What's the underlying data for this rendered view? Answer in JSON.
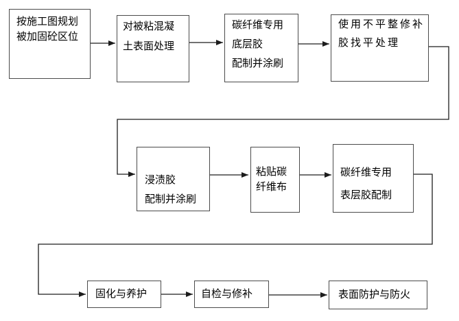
{
  "flowchart": {
    "background_color": "#ffffff",
    "line_color": "#1c1c1c",
    "box_border_color": "#4a4a4a",
    "text_color": "#000000",
    "nodes": [
      {
        "id": "n1",
        "label": "按施工图规划\n被加固砼区位"
      },
      {
        "id": "n2",
        "label": "对被粘混凝\n土表面处理"
      },
      {
        "id": "n3",
        "label": "碳纤维专用\n底层胶\n配制并涂刷"
      },
      {
        "id": "n4",
        "label": "使用不平整修补\n胶找平处理"
      },
      {
        "id": "n5",
        "label": "浸渍胶\n配制并涂刷"
      },
      {
        "id": "n6",
        "label": "粘贴碳\n纤维布"
      },
      {
        "id": "n7",
        "label": "碳纤维专用\n表层胶配制"
      },
      {
        "id": "n8",
        "label": "固化与养护"
      },
      {
        "id": "n9",
        "label": "自检与修补"
      },
      {
        "id": "n10",
        "label": "表面防护与防火"
      }
    ],
    "edges": [
      {
        "from": "n1",
        "to": "n2"
      },
      {
        "from": "n2",
        "to": "n3"
      },
      {
        "from": "n3",
        "to": "n4"
      },
      {
        "from": "n4",
        "to": "n5"
      },
      {
        "from": "n5",
        "to": "n6"
      },
      {
        "from": "n6",
        "to": "n7"
      },
      {
        "from": "n7",
        "to": "n8"
      },
      {
        "from": "n8",
        "to": "n9"
      },
      {
        "from": "n9",
        "to": "n10"
      }
    ]
  }
}
